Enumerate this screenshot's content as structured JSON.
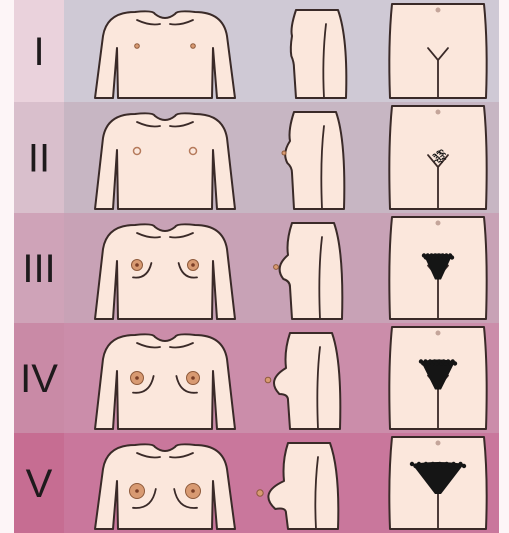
{
  "stages": [
    {
      "label": "I",
      "breast_level": 0,
      "hair_level": 0
    },
    {
      "label": "II",
      "breast_level": 1,
      "hair_level": 1
    },
    {
      "label": "III",
      "breast_level": 2,
      "hair_level": 2
    },
    {
      "label": "IV",
      "breast_level": 3,
      "hair_level": 3
    },
    {
      "label": "V",
      "breast_level": 4,
      "hair_level": 4
    }
  ],
  "colors": {
    "row_backgrounds": [
      "#cfc9d5",
      "#c7b6c3",
      "#c8a2b6",
      "#cb8daa",
      "#c9779c"
    ],
    "label_backgrounds": [
      "#ead2dc",
      "#d9bfcc",
      "#cfa3b8",
      "#c98aa6",
      "#c66d92"
    ],
    "skin": "#fbe7dc",
    "outline": "#3a2a28",
    "areola": "#d89a72",
    "hair": "#151515"
  },
  "icons": [
    "torso-front-icon",
    "torso-side-icon",
    "pelvis-front-icon"
  ]
}
